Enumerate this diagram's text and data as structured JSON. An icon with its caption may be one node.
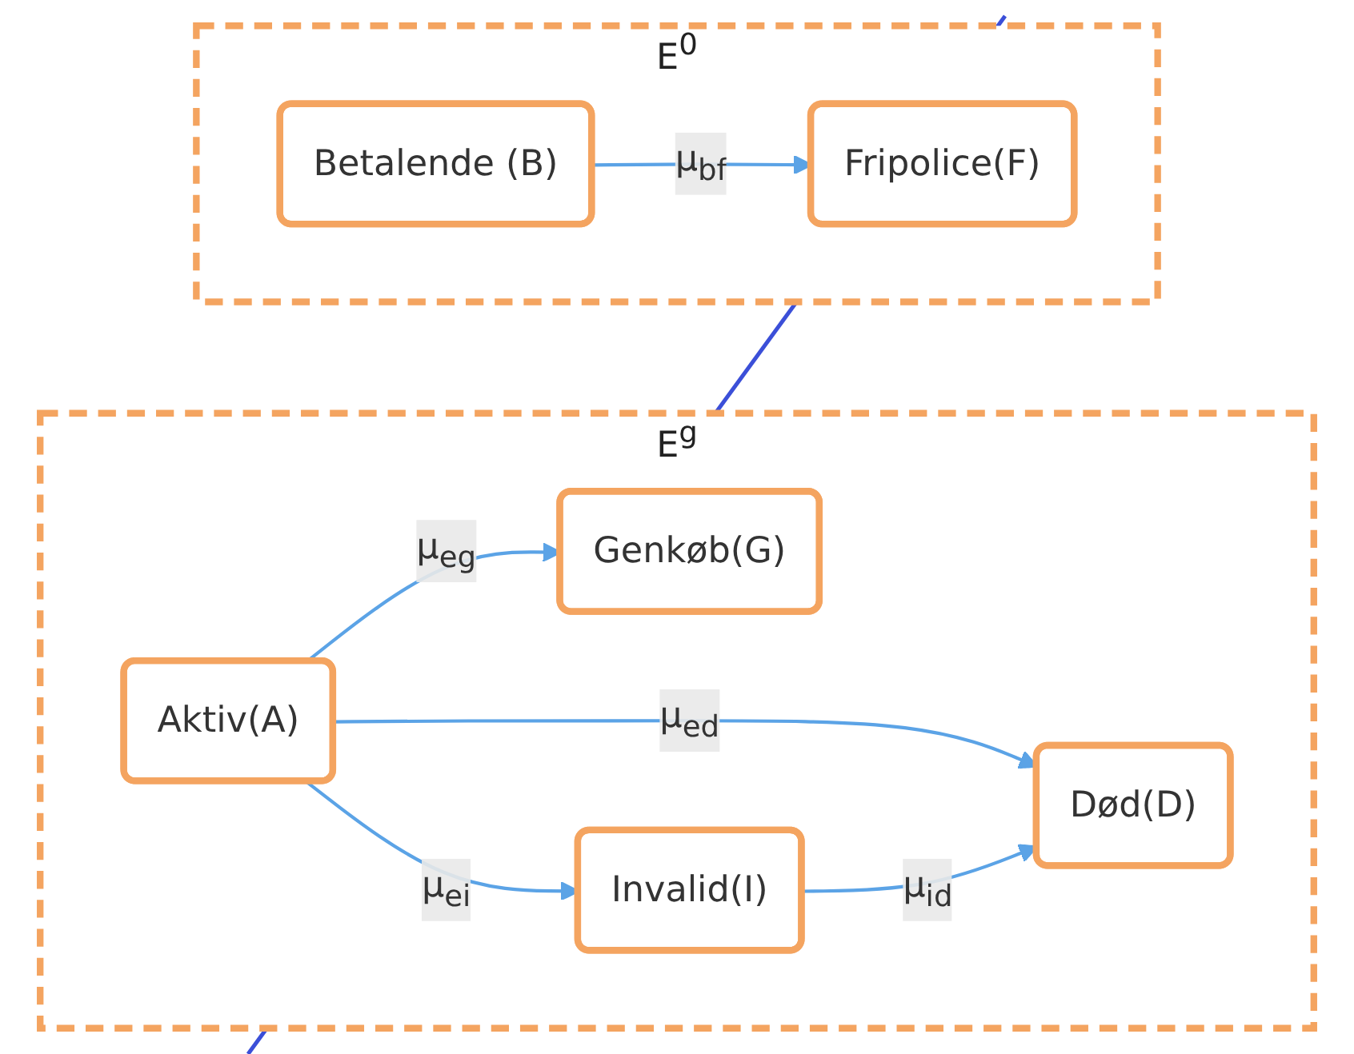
{
  "diagram": {
    "nodes": [
      {
        "text": [
          "E$^{g}$"
        ]
      },
      {
        "text": [
          "Genkøb(G)"
        ],
        "in": 0
      },
      {
        "text": [
          "Aktiv(A)"
        ],
        "in": 0
      },
      {
        "text": [
          "Invalid(I)"
        ],
        "in": 0
      },
      {
        "text": [
          "Død(D)"
        ],
        "in": 0
      },
      {
        "text": [
          "E$^{0}$"
        ]
      },
      {
        "text": [
          "Betalende (B)"
        ],
        "in": 5
      },
      {
        "text": [
          "Fripolice(F)"
        ],
        "in": 5
      }
    ],
    "edges": [
      {
        "from": 2,
        "to": 1,
        "arrow": "to",
        "label": "μ$_{eg}$"
      },
      {
        "from": 2,
        "to": 3,
        "arrow": "to",
        "label": "μ$_{ei}$"
      },
      {
        "from": 2,
        "to": 4,
        "arrow": "to",
        "label": "μ$_{ed}$"
      },
      {
        "from": 3,
        "to": 4,
        "arrow": "to",
        "label": "μ$_{id}$"
      },
      {
        "from": 6,
        "to": 7,
        "arrow": "to",
        "label": "μ$_{bf}$"
      }
    ]
  }
}
